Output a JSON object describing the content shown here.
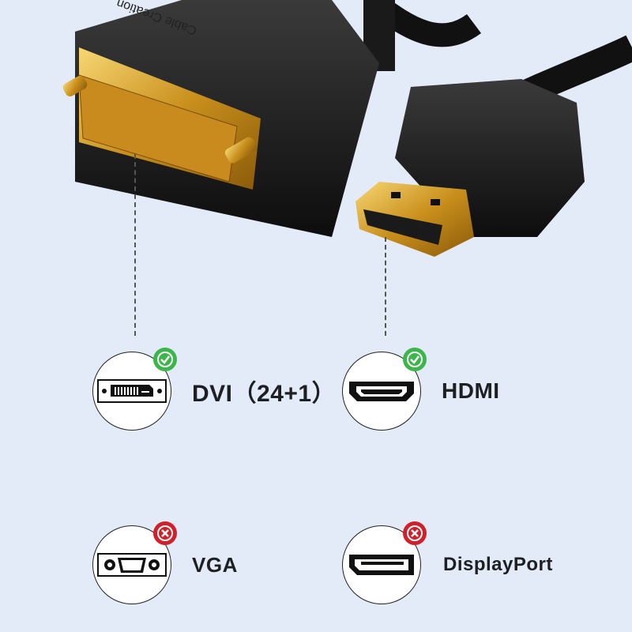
{
  "image": {
    "subject": "DVI to HDMI cable connectors",
    "brand_emboss_text": "Cable Creation",
    "background_color": "#e2ebf7"
  },
  "connectors": [
    {
      "id": "dvi",
      "label": "DVI（24+1）",
      "supported": true,
      "icon": "dvi-port-icon",
      "badge": "check-icon",
      "badge_color": "#3cb54a"
    },
    {
      "id": "hdmi",
      "label": "HDMI",
      "supported": true,
      "icon": "hdmi-port-icon",
      "badge": "check-icon",
      "badge_color": "#3cb54a"
    },
    {
      "id": "vga",
      "label": "VGA",
      "supported": false,
      "icon": "vga-port-icon",
      "badge": "x-icon",
      "badge_color": "#d0202a"
    },
    {
      "id": "displayport",
      "label": "DisplayPort",
      "supported": false,
      "icon": "displayport-port-icon",
      "badge": "x-icon",
      "badge_color": "#d0202a"
    }
  ]
}
